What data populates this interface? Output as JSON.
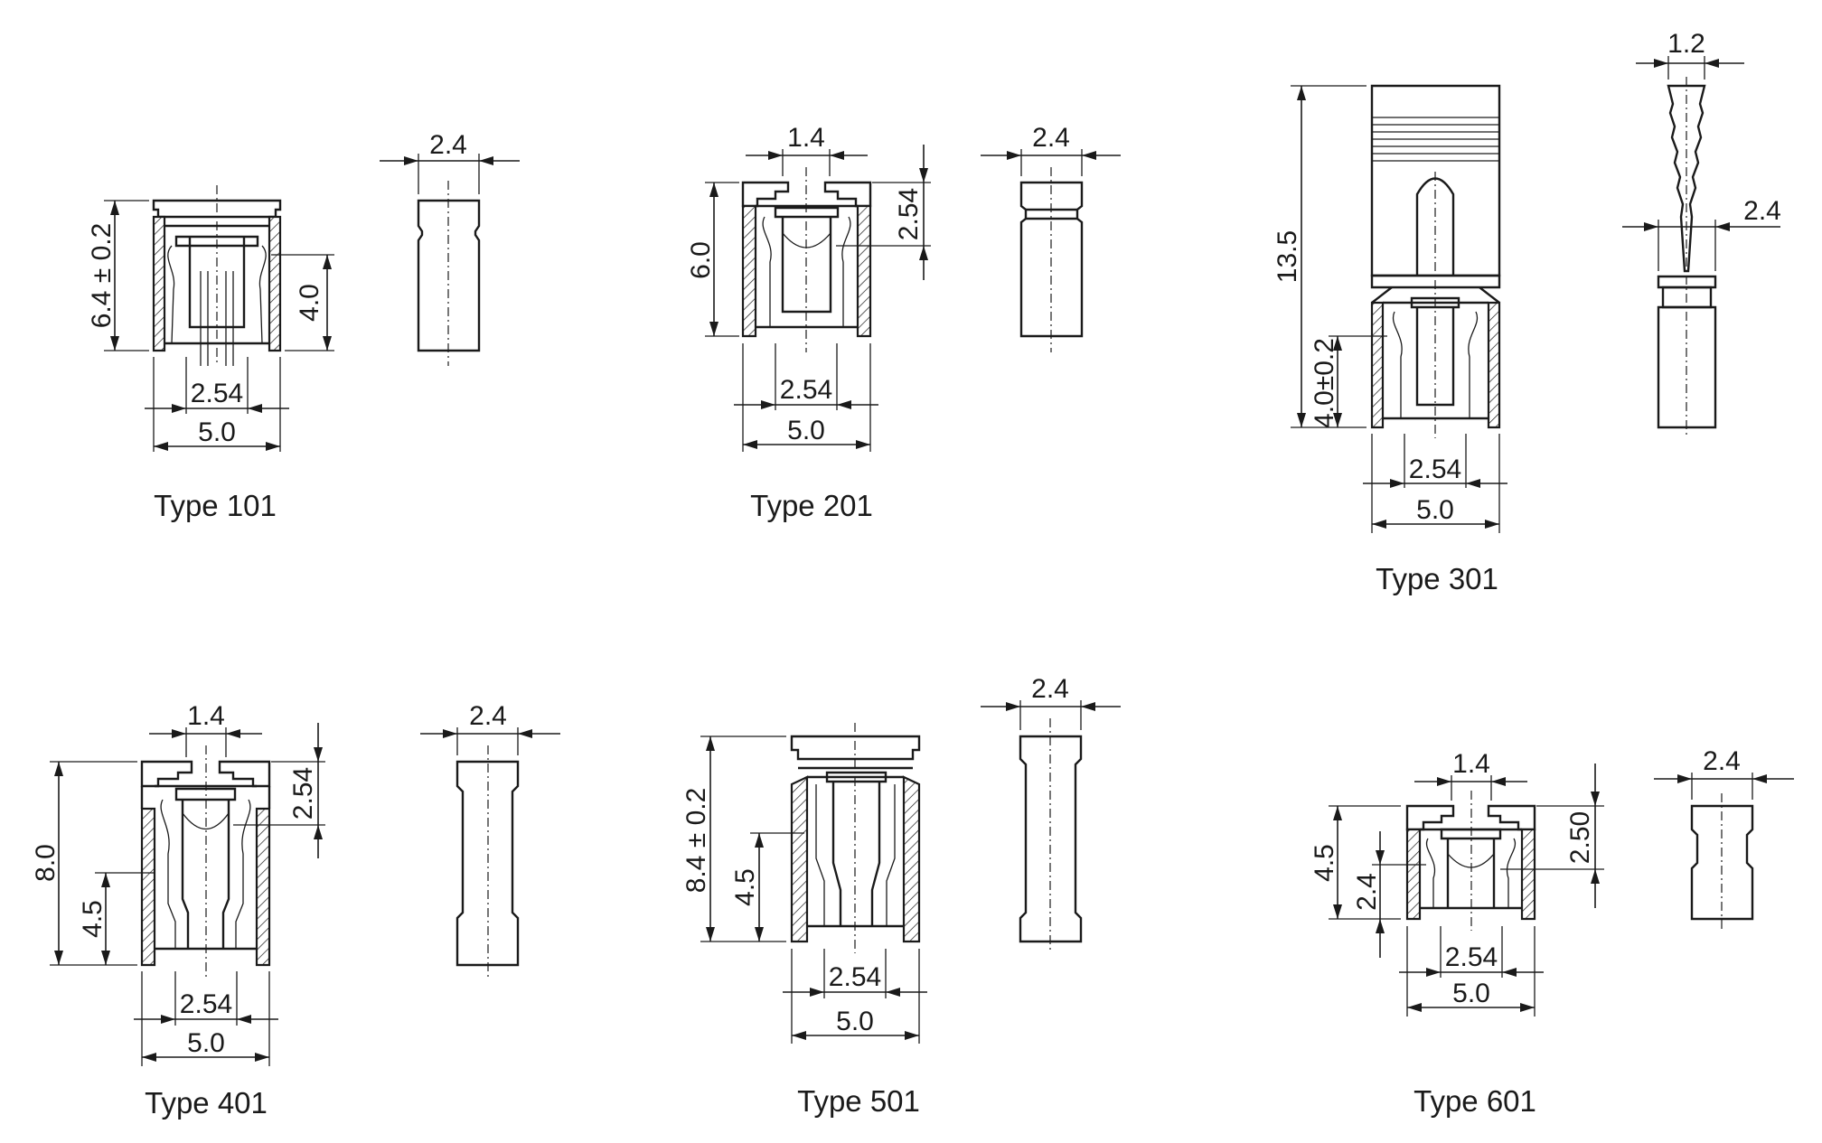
{
  "drawings": [
    {
      "id": "type-101",
      "caption": "Type 101",
      "dims": {
        "top_width": "2.4",
        "height": "6.4 ± 0.2",
        "contact_height": "4.0",
        "pitch": "2.54",
        "width": "5.0"
      }
    },
    {
      "id": "type-201",
      "caption": "Type 201",
      "dims": {
        "opening": "1.4",
        "top_width": "2.4",
        "height": "6.0",
        "contact_height": "2.54",
        "pitch": "2.54",
        "width": "5.0"
      }
    },
    {
      "id": "type-301",
      "caption": "Type 301",
      "dims": {
        "tip_width": "1.2",
        "side_width": "2.4",
        "overall_height": "13.5",
        "height": "4.0±0.2",
        "pitch": "2.54",
        "width": "5.0"
      }
    },
    {
      "id": "type-401",
      "caption": "Type 401",
      "dims": {
        "opening": "1.4",
        "top_width": "2.4",
        "height": "8.0",
        "contact_height": "2.54",
        "lower_height": "4.5",
        "pitch": "2.54",
        "width": "5.0"
      }
    },
    {
      "id": "type-501",
      "caption": "Type 501",
      "dims": {
        "top_width": "2.4",
        "height": "8.4 ± 0.2",
        "lower_height": "4.5",
        "pitch": "2.54",
        "width": "5.0"
      }
    },
    {
      "id": "type-601",
      "caption": "Type 601",
      "dims": {
        "opening": "1.4",
        "top_width": "2.4",
        "height": "4.5",
        "lower_height": "2.4",
        "contact_height": "2.50",
        "pitch": "2.54",
        "width": "5.0"
      }
    }
  ]
}
